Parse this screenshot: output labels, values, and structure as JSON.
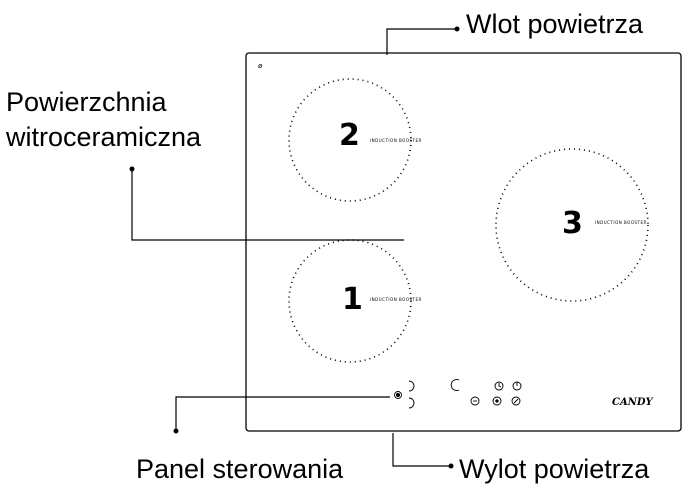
{
  "labels": {
    "air_inlet": "Wlot powietrza",
    "surface_line1": "Powierzchnia",
    "surface_line2": "witroceramiczna",
    "control_panel": "Panel sterowania",
    "air_outlet": "Wylot powietrza"
  },
  "zones": [
    {
      "id": "2",
      "number": "2",
      "booster": "INDUCTION BOOSTER"
    },
    {
      "id": "3",
      "number": "3",
      "booster": "INDUCTION BOOSTER"
    },
    {
      "id": "1",
      "number": "1",
      "booster": "INDUCTION BOOSTER"
    }
  ],
  "brand": "CANDY",
  "vent_glyph": "ø",
  "colors": {
    "line": "#000000",
    "background": "#ffffff"
  }
}
